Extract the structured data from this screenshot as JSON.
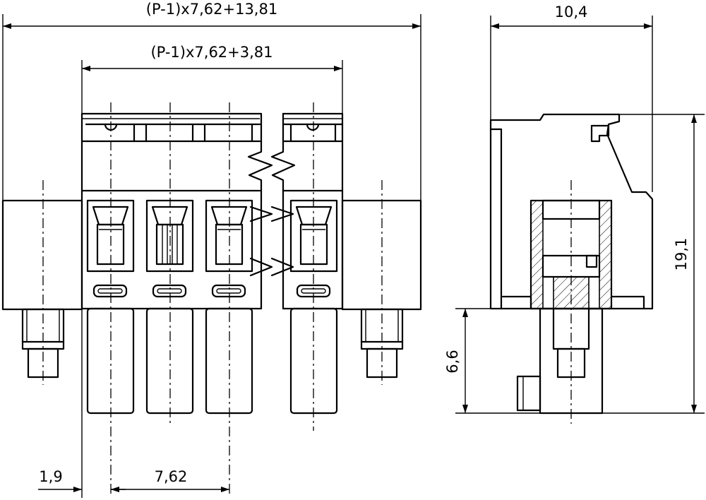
{
  "dimensions": {
    "overall_width": "(P-1)x7,62+13,81",
    "body_width": "(P-1)x7,62+3,81",
    "side_depth": "10,4",
    "side_height": "19,1",
    "pin_height": "6,6",
    "edge_offset": "1,9",
    "pitch": "7,62"
  }
}
